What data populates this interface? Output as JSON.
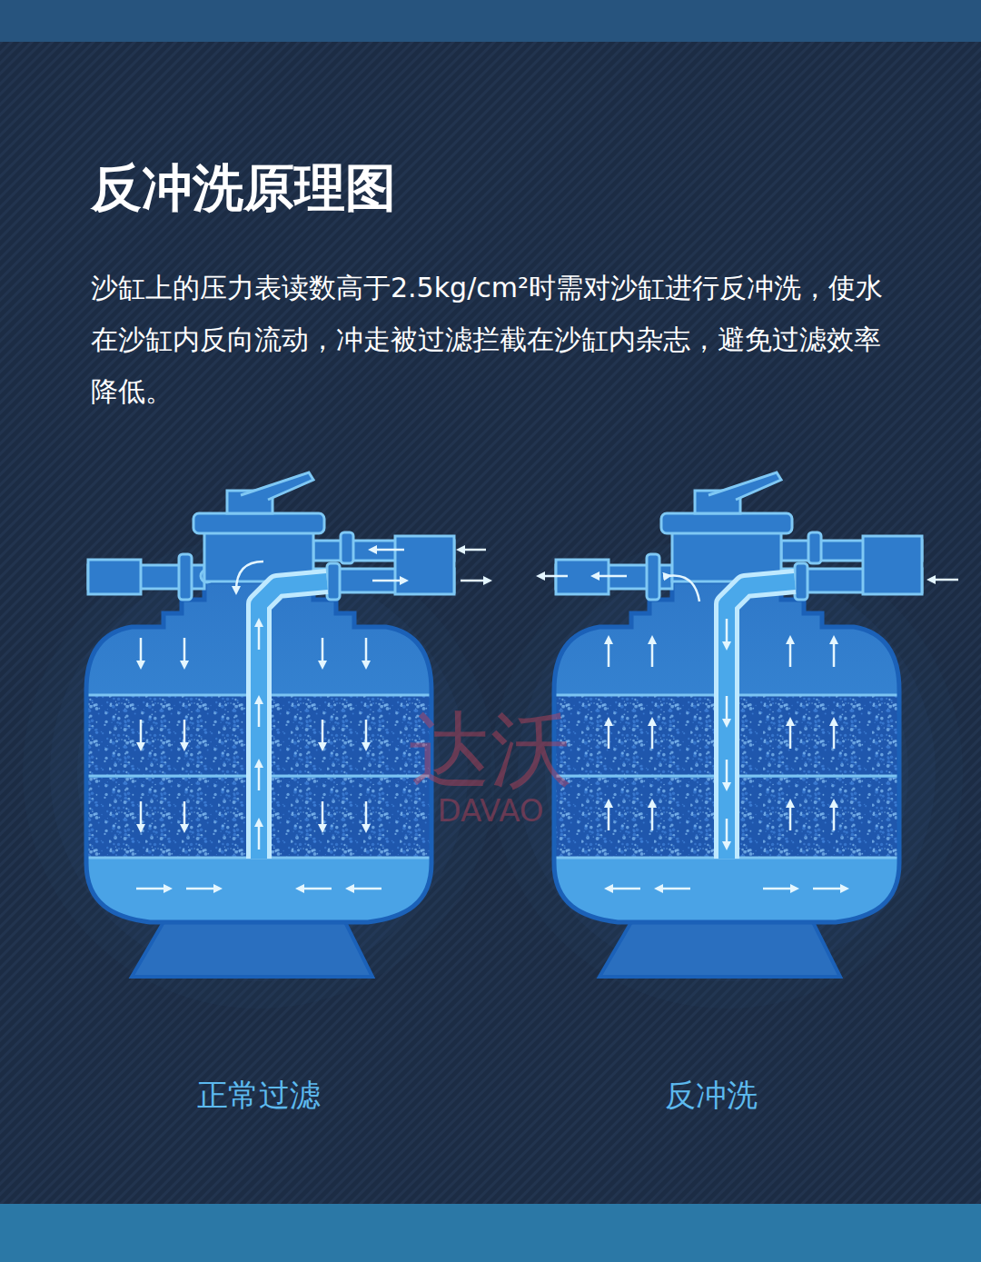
{
  "diagram": {
    "title": "反冲洗原理图",
    "labels": [
      "沙缸上的压力表读数高于2.5kg/cm²时需对沙缸进行反冲洗，使水在沙缸内反向流动，冲走被过滤拦截在沙缸内杂志，避免过滤效率降低。",
      "正常过滤",
      "反冲洗",
      "达沃",
      "DAVAO"
    ]
  }
}
